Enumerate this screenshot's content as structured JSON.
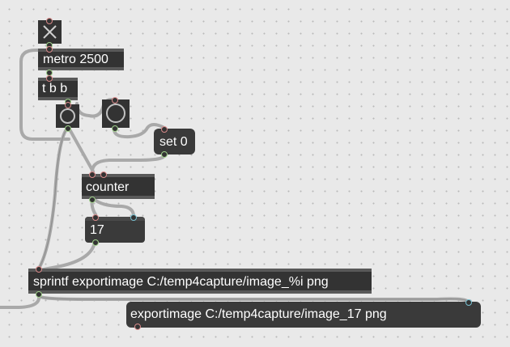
{
  "objects": {
    "metro": "metro 2500",
    "trigger": "t b b",
    "set_msg": "set 0",
    "counter": "counter",
    "number": "17",
    "sprintf": "sprintf exportimage C:/temp4capture/image_%i png",
    "output_msg": "exportimage C:/temp4capture/image_17 png"
  },
  "colors": {
    "canvas": "#e9e9e9",
    "object": "#333333",
    "inlet": "#d98a8a",
    "outlet": "#9fd08a",
    "cyan_outlet": "#78c2d2",
    "patchcord": "#a9a9a9"
  }
}
